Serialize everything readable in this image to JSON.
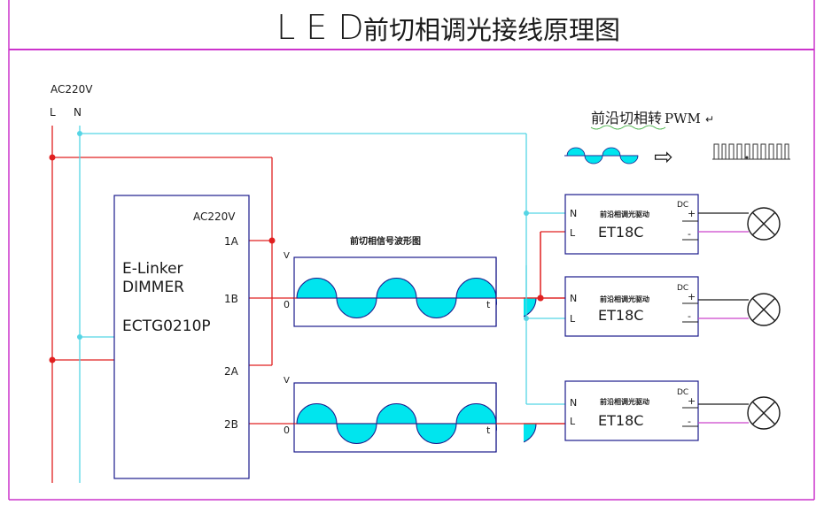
{
  "title": {
    "latin": "L E D",
    "cjk": "前切相调光接线原理图"
  },
  "power": {
    "label": "AC220V",
    "l": "L",
    "n": "N"
  },
  "pwm": {
    "label_cjk": "前沿切相转",
    "label_latin": "PWM",
    "return_mark": "↵",
    "arrow": "⇨"
  },
  "dimmer": {
    "ac_label": "AC220V",
    "line1": "E-Linker",
    "line2": "DIMMER",
    "model": "ECTG0210P",
    "terminals": [
      "1A",
      "1B",
      "2A",
      "2B"
    ]
  },
  "waveform": {
    "title": "前切相信号波形图",
    "v": "V",
    "zero": "0",
    "t": "t"
  },
  "driver": {
    "n": "N",
    "l": "L",
    "cjk": "前沿相调光驱动",
    "model": "ET18C",
    "dc": "DC",
    "plus": "+",
    "minus": "-"
  },
  "colors": {
    "border": "#cc33cc",
    "red": "#e02020",
    "cyan": "#55d5e5",
    "blue": "#1a1a8c",
    "wave_fill": "#00e5ee",
    "magenta": "#cc44cc"
  }
}
